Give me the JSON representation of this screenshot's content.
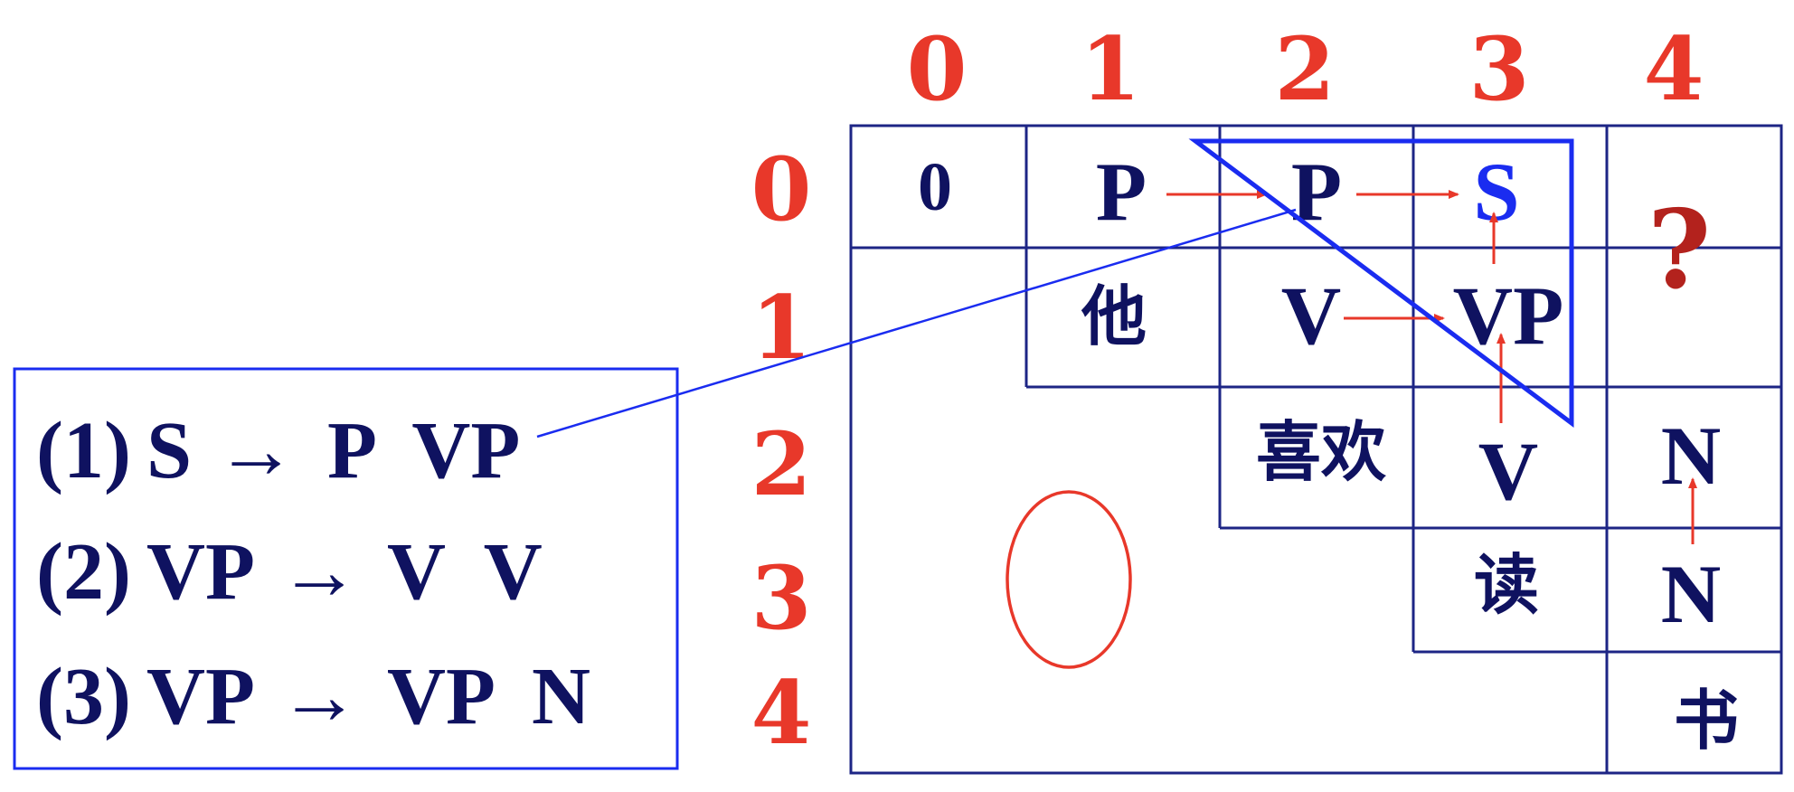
{
  "colors": {
    "index": "#e8382a",
    "text": "#0f1260",
    "highlight": "#1a2cf0",
    "grid": "#1d2585",
    "arrow": "#e8382a",
    "question": "#b3221d",
    "triangle": "#1a2cf0",
    "connector": "#1a2cf0",
    "ellipse": "#e8382a",
    "rule_box": "#1a2cf0"
  },
  "column_indices": [
    "0",
    "1",
    "2",
    "3",
    "4"
  ],
  "row_indices": [
    "0",
    "1",
    "2",
    "3",
    "4"
  ],
  "cells": {
    "c00": "0",
    "c01": "P",
    "c02": "P",
    "c03": "S",
    "c12": "V",
    "c13": "VP",
    "c23": "V",
    "c24": "N",
    "c34": "N"
  },
  "words": [
    "他",
    "喜欢",
    "读",
    "书"
  ],
  "unknown_cell": "?",
  "rules": [
    {
      "num": "(1)",
      "lhs": "S",
      "arrow": "→",
      "rhs": "P  VP"
    },
    {
      "num": "(2)",
      "lhs": "VP",
      "arrow": "→",
      "rhs": "V  V"
    },
    {
      "num": "(3)",
      "lhs": "VP",
      "arrow": "→",
      "rhs": "VP  N"
    }
  ]
}
